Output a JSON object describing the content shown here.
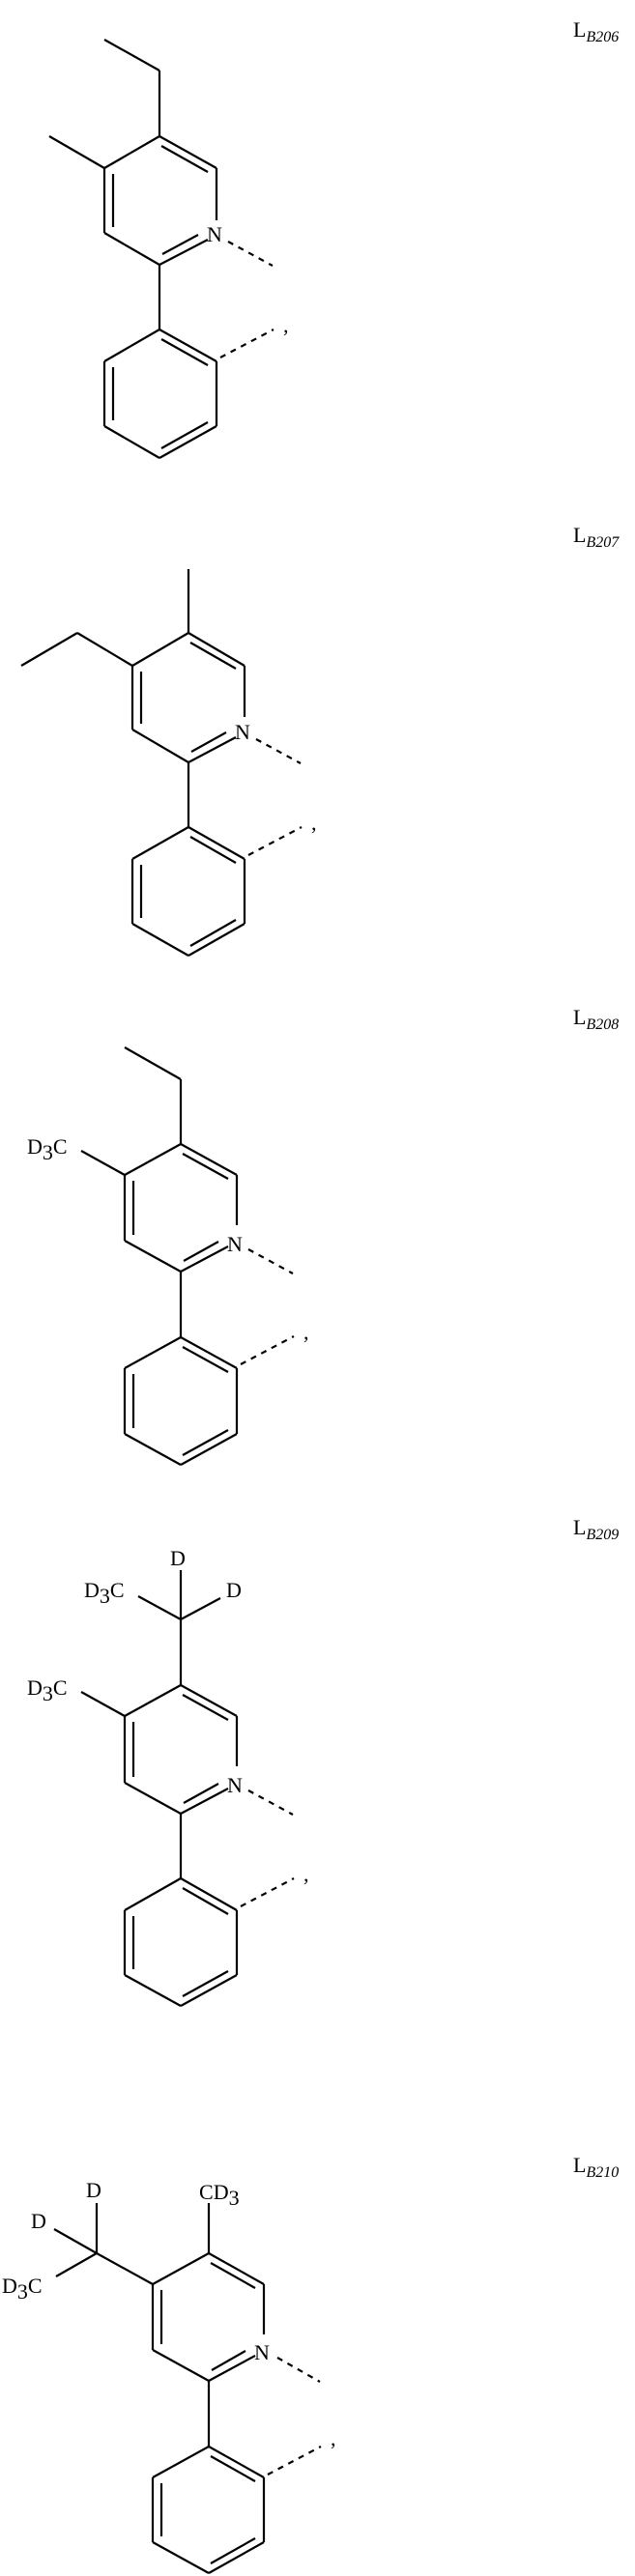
{
  "compounds": [
    {
      "id": "LB206",
      "label_main": "L",
      "label_sub": "B206",
      "substituents": {
        "position4": "methyl",
        "position5": "ethyl"
      },
      "atoms": {
        "N": "N",
        "comma": ","
      }
    },
    {
      "id": "LB207",
      "label_main": "L",
      "label_sub": "B207",
      "substituents": {
        "position4": "ethyl",
        "position5": "methyl"
      },
      "atoms": {
        "N": "N",
        "comma": ","
      }
    },
    {
      "id": "LB208",
      "label_main": "L",
      "label_sub": "B208",
      "substituents": {
        "position4": "CD3",
        "position5": "ethyl"
      },
      "atoms": {
        "N": "N",
        "comma": ",",
        "d3c_D": "D",
        "d3c_3": "3",
        "d3c_C": "C"
      }
    },
    {
      "id": "LB209",
      "label_main": "L",
      "label_sub": "B209",
      "substituents": {
        "position4": "CD3",
        "position5": "CD2CD3"
      },
      "atoms": {
        "N": "N",
        "comma": ",",
        "d3c_D": "D",
        "d3c_3": "3",
        "d3c_C": "C",
        "D_top": "D",
        "D_right": "D",
        "d3c2_D": "D",
        "d3c2_3": "3",
        "d3c2_C": "C"
      }
    },
    {
      "id": "LB210",
      "label_main": "L",
      "label_sub": "B210",
      "substituents": {
        "position4": "CD2CD3",
        "position5": "CD3"
      },
      "atoms": {
        "N": "N",
        "comma": ",",
        "cd3_C": "C",
        "cd3_D": "D",
        "cd3_3": "3",
        "D_top": "D",
        "D_left": "D",
        "d3c_D": "D",
        "d3c_3": "3",
        "d3c_C": "C"
      }
    }
  ]
}
